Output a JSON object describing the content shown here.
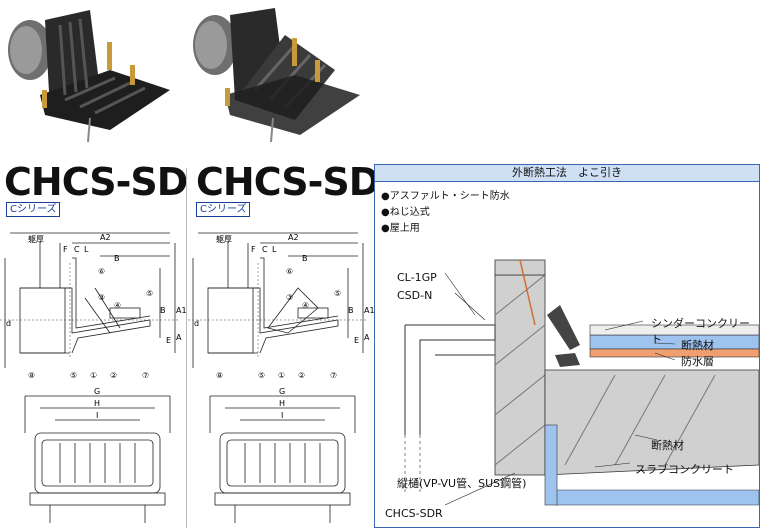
{
  "left": {
    "model": "CHCS-SD",
    "series": "Cシリーズ",
    "labels": {
      "wall": "躯厚",
      "a2": "A2",
      "f": "F",
      "c": "C",
      "l": "L",
      "b": "B",
      "d": "d",
      "e": "E",
      "a1": "A1",
      "a": "A",
      "g": "G",
      "h": "H",
      "i": "I"
    },
    "parts": [
      "①",
      "②",
      "③",
      "④",
      "⑤",
      "⑥",
      "⑦",
      "⑧"
    ]
  },
  "right": {
    "model": "CHCS-SDR",
    "series": "Cシリーズ",
    "labels": {
      "wall": "躯厚",
      "a2": "A2",
      "f": "F",
      "c": "C",
      "l": "L",
      "b": "B",
      "d": "d",
      "e": "E",
      "a1": "A1",
      "a": "A",
      "g": "G",
      "h": "H",
      "i": "I"
    },
    "parts": [
      "①",
      "②",
      "③",
      "④",
      "⑤",
      "⑥",
      "⑦",
      "⑧"
    ]
  },
  "panel": {
    "title": "外断熱工法　よこ引き",
    "bullets": [
      "●アスファルト・シート防水",
      "●ねじ込式",
      "●屋上用"
    ],
    "callouts": {
      "cl": "CL-1GP",
      "csd": "CSD-N",
      "cinder": "シンダーコンクリート",
      "insul1": "断熱材",
      "waterproof": "防水層",
      "insul2": "断熱材",
      "slab": "スラブコンクリート",
      "pipe": "縦樋(VP-VU管、SUS鋼管)",
      "code": "CHCS-SDR"
    }
  }
}
